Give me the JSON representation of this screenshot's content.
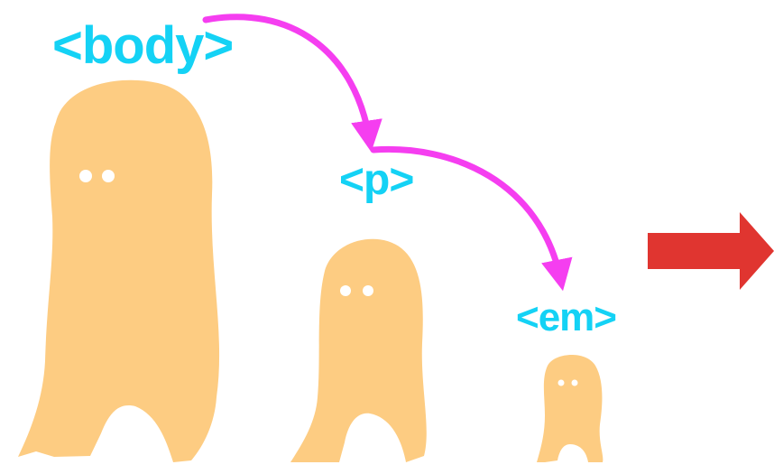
{
  "colors": {
    "tag": "#14d2f5",
    "creature": "#fdcc82",
    "eye": "#ffffff",
    "inherit_arrow": "#f53ef0",
    "result_arrow": "#e03530",
    "background": "#ffffff"
  },
  "tags": {
    "body": "<body>",
    "p": "<p>",
    "em": "<em>"
  }
}
